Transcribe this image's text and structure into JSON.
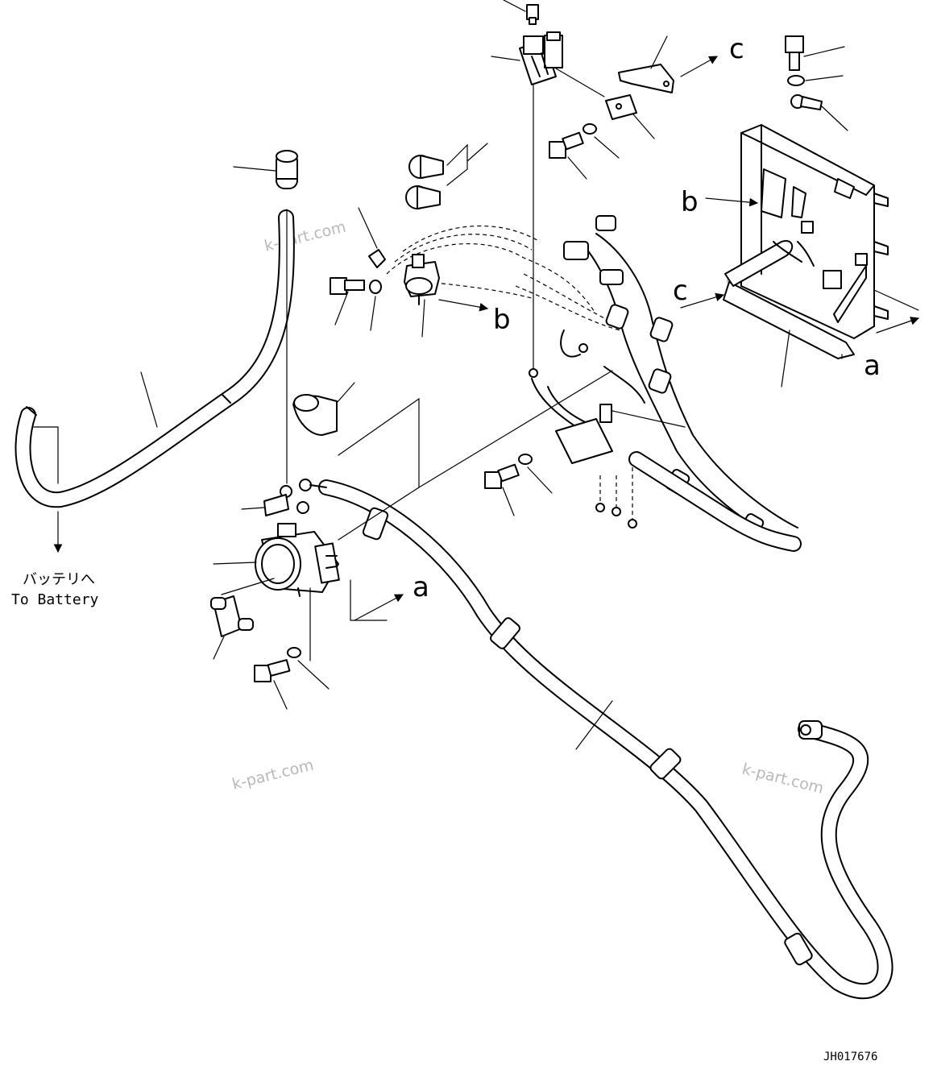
{
  "drawing_code": "JH017676",
  "battery_label_jp": "バッテリへ",
  "battery_label_en": "To Battery",
  "view_letters": {
    "a": "a",
    "b": "b",
    "c": "c"
  },
  "watermark": "k-part.com"
}
